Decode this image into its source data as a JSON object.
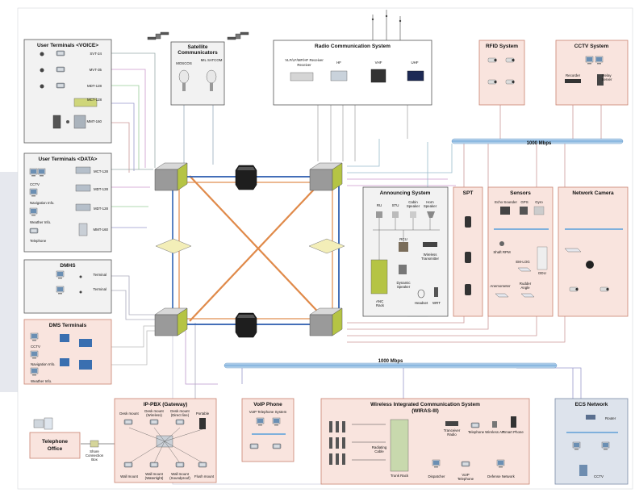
{
  "diagram": {
    "ut_voice": {
      "title": "User Terminals <VOICE>",
      "items": [
        "SVT-24",
        "MVT-35",
        "MDT-128",
        "MCT-128",
        "MMT-160"
      ]
    },
    "ut_data": {
      "title": "User Terminals <DATA>",
      "left": [
        "CCTV",
        "Navigation Info.",
        "Weather Info.",
        "Telephone"
      ],
      "right": [
        "MCT-128",
        "MDT-128",
        "MDT-128",
        "MMT-160"
      ]
    },
    "dmhs": {
      "title": "DMHS",
      "items": [
        "Terminal",
        "Terminal"
      ]
    },
    "dms": {
      "title": "DMS Terminals",
      "items": [
        "CCTV",
        "Navigation Info.",
        "Weather Info."
      ]
    },
    "satellite": {
      "title_line1": "Satellite",
      "title_line2": "Communicators",
      "items": [
        "MOSCOS",
        "MIL SATCOM"
      ]
    },
    "radio": {
      "title": "Radio Communication System",
      "items": [
        "VLF/LF/MF/HF Receiver",
        "HF",
        "VHF",
        "UHF"
      ]
    },
    "rfid": {
      "title": "RFID System"
    },
    "cctv_sys": {
      "title": "CCTV System",
      "items": [
        "Recorder",
        "Relay Server"
      ]
    },
    "backbone_top": "1000 Mbps",
    "backbone_bottom": "1000 Mbps",
    "announcing": {
      "title": "Announcing System",
      "items": [
        "RU",
        "STU",
        "Cabin Speaker",
        "Horn Speaker",
        "RCU",
        "Wireless Transmitter",
        "Dynamic Speaker",
        "ANC Rack",
        "Headset",
        "WRT"
      ]
    },
    "spt": {
      "title": "SPT"
    },
    "sensors": {
      "title": "Sensors",
      "items": [
        "Echo Sounder",
        "GPS",
        "Gyro",
        "Shaft RPM",
        "EM-LOG",
        "DDU",
        "Anemometer",
        "Rudder Angle"
      ]
    },
    "netcam": {
      "title": "Network Camera"
    },
    "ippbx": {
      "title": "IP-PBX (Gateway)",
      "items": [
        "Desk mount",
        "Desk mount (Wireless)",
        "Desk mount (Direct line)",
        "Portable",
        "Wall mount",
        "Wall mount (Watertight)",
        "Wall mount (Soundproof)",
        "Flush mount"
      ]
    },
    "telephone_office": {
      "line1": "Telephone",
      "line2": "Office"
    },
    "shore": {
      "line1": "Shore",
      "line2": "Connection",
      "line3": "Box"
    },
    "voip": {
      "title": "VoIP Phone",
      "subtitle": "VoIP Telephone System"
    },
    "wiras": {
      "title_line1": "Wireless Integrated Communication System",
      "title_line2": "(WIRAS-III)",
      "items": [
        "Radiating Cable",
        "Trunk Rack",
        "Tranceiver Radio",
        "Telephone",
        "Wireless AP",
        "Smart Phone",
        "Dispatcher",
        "VoIP Telephone",
        "Defense Network"
      ]
    },
    "ecs": {
      "title": "ECS Network",
      "items": [
        "Router",
        "CCTV"
      ]
    },
    "colors": {
      "panel_fill": "#f2f2f2",
      "pink_fill": "#f9e4de",
      "pink_border": "#c9826f",
      "backbone": "#7fb0dc",
      "ring_blue": "#2f5fb0",
      "ring_orange": "#e08a4a",
      "switch_green": "#b5c444",
      "left_band": "#e6e8ee"
    }
  }
}
